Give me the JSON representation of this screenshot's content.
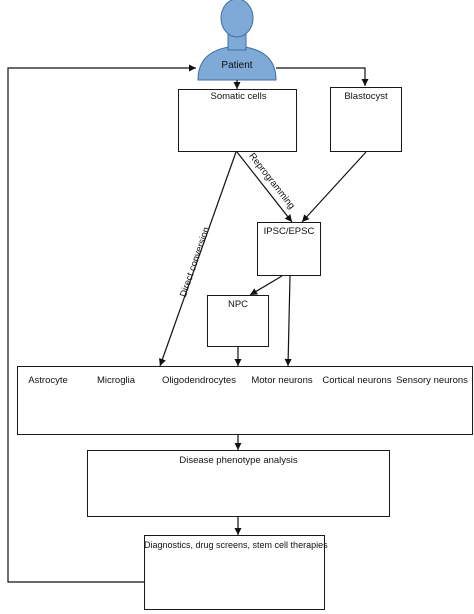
{
  "patient": {
    "label": "Patient"
  },
  "somatic": {
    "label": "Somatic cells"
  },
  "blastocyst": {
    "label": "Blastocyst"
  },
  "ipsc": {
    "label": "IPSC/EPSC"
  },
  "npc": {
    "label": "NPC"
  },
  "edges": {
    "reprogramming": "Reprogramming",
    "direct": "Direct conversion"
  },
  "cell_types": {
    "astrocyte": "Astrocyte",
    "microglia": "Microglia",
    "oligodendrocytes": "Oligodendrocytes",
    "motor": "Motor neurons",
    "cortical": "Cortical neurons",
    "sensory": "Sensory neurons"
  },
  "analysis": {
    "label": "Disease phenotype analysis"
  },
  "applications": {
    "label": "Diagnostics, drug screens, stem cell therapies"
  },
  "colors": {
    "patient_blue": "#7fa9d6",
    "cell_blue": "#4a90c8",
    "cell_light": "#a9d1ee",
    "arrow": "#111111"
  }
}
